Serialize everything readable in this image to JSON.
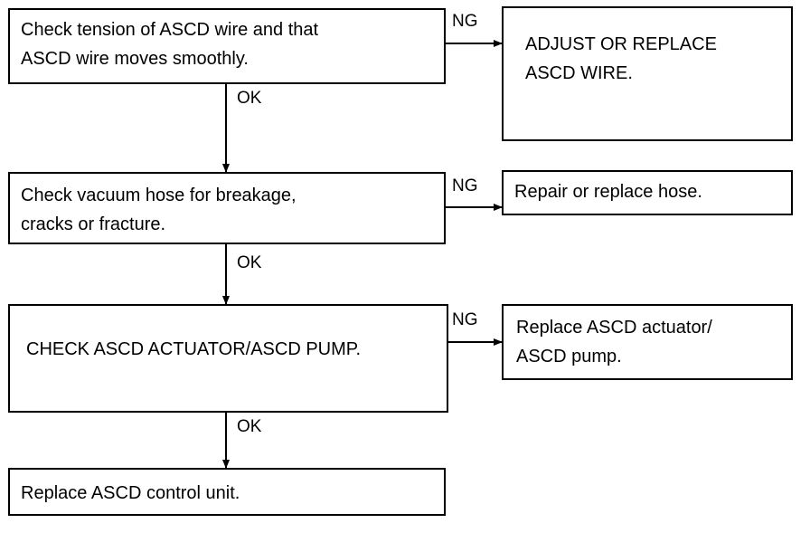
{
  "steps": [
    {
      "check": "Check tension of ASCD wire and that\nASCD wire moves smoothly.",
      "ng_label": "NG",
      "ng_action": "ADJUST OR REPLACE\nASCD WIRE.",
      "ok_label": "OK"
    },
    {
      "check": "Check vacuum hose for breakage,\ncracks or fracture.",
      "ng_label": "NG",
      "ng_action": "Repair or replace hose.",
      "ok_label": "OK"
    },
    {
      "check": "CHECK ASCD ACTUATOR/ASCD PUMP.",
      "ng_label": "NG",
      "ng_action": "Replace ASCD actuator/\nASCD pump.",
      "ok_label": "OK"
    }
  ],
  "final_action": "Replace ASCD control unit."
}
